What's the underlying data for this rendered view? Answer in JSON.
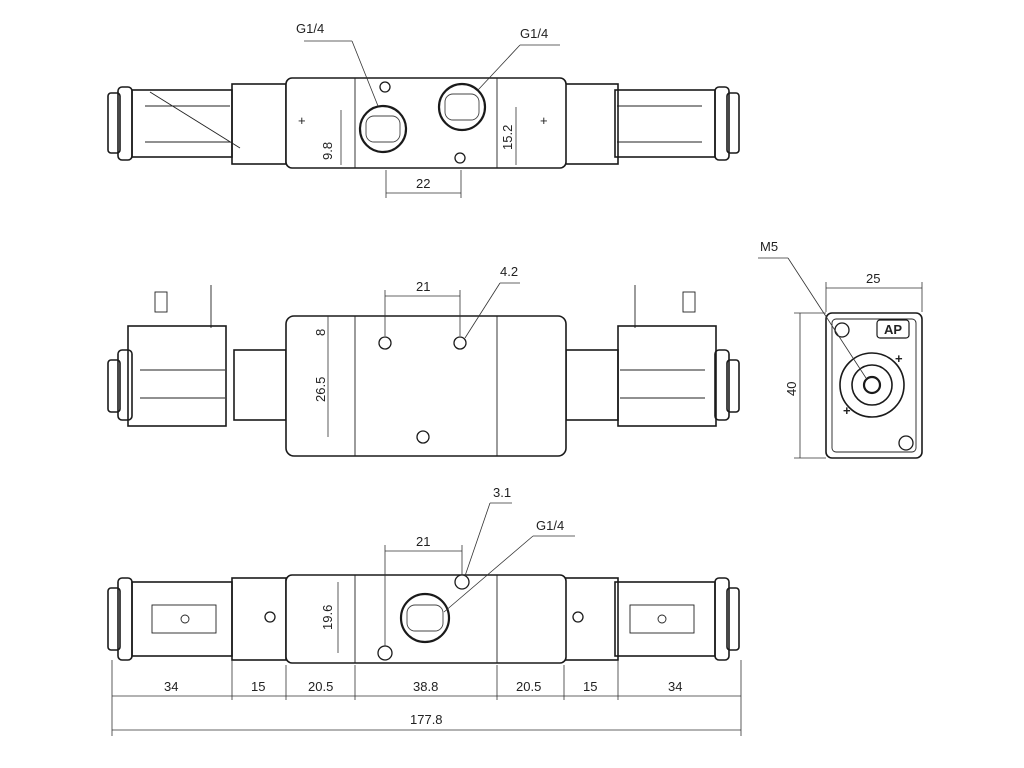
{
  "labels": {
    "top_port_left": "G1/4",
    "top_port_right": "G1/4",
    "top_dim_9_8": "9.8",
    "top_dim_15_2": "15.2",
    "top_dim_22": "22",
    "mid_dim_21": "21",
    "mid_dim_4_2": "4.2",
    "mid_dim_8": "8",
    "mid_dim_26_5": "26.5",
    "side_m5": "M5",
    "side_dim_25": "25",
    "side_dim_40": "40",
    "bot_dim_3_1": "3.1",
    "bot_dim_21": "21",
    "bot_port": "G1/4",
    "bot_dim_19_6": "19.6",
    "bottom_dims": [
      "34",
      "15",
      "20.5",
      "38.8",
      "20.5",
      "15",
      "34"
    ],
    "overall_length": "177.8",
    "logo_text": "AP"
  }
}
